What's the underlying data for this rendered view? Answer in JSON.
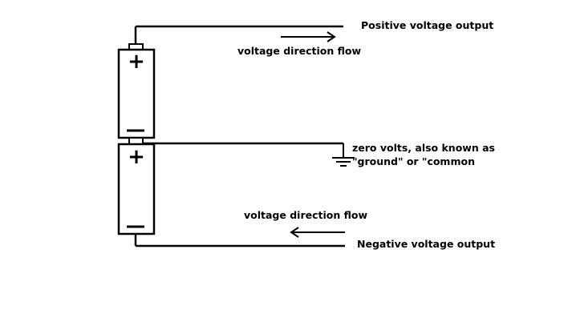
{
  "labels": {
    "positive_output": "Positive voltage output",
    "direction_top": "voltage direction flow",
    "ground_line1": "zero volts, also known as",
    "ground_line2": "\"ground\" or \"common",
    "direction_bottom": "voltage direction flow",
    "negative_output": "Negative voltage output"
  },
  "battery_top": {
    "plus": "+",
    "minus": "−"
  },
  "battery_bottom": {
    "plus": "+",
    "minus": "−"
  },
  "colors": {
    "line": "#000000",
    "background": "#ffffff"
  }
}
